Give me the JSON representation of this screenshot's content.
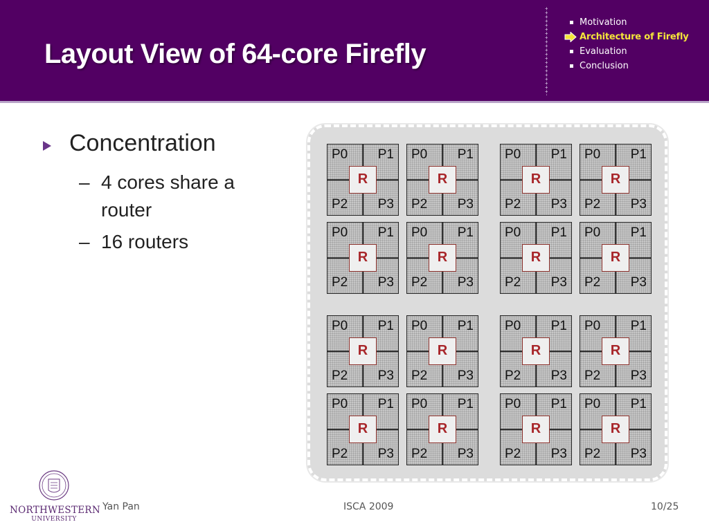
{
  "slide": {
    "title": "Layout View of 64-core Firefly",
    "colors": {
      "header_bg": "#520063",
      "active_nav": "#f4e53a",
      "router_text": "#a8262a",
      "bullet": "#6a3589"
    }
  },
  "nav": {
    "items": [
      {
        "label": "Motivation",
        "active": false
      },
      {
        "label": "Architecture of Firefly",
        "active": true
      },
      {
        "label": "Evaluation",
        "active": false
      },
      {
        "label": "Conclusion",
        "active": false
      }
    ]
  },
  "content": {
    "heading": "Concentration",
    "sub_bullets": [
      "4 cores share a router",
      "16 routers"
    ]
  },
  "chip": {
    "cores": [
      "P0",
      "P1",
      "P2",
      "P3"
    ],
    "router_label": "R",
    "cluster_count": 16
  },
  "footer": {
    "author": "Yan Pan",
    "venue": "ISCA 2009",
    "page": "10/25",
    "logo": {
      "name": "NORTHWESTERN",
      "sub": "UNIVERSITY"
    }
  }
}
